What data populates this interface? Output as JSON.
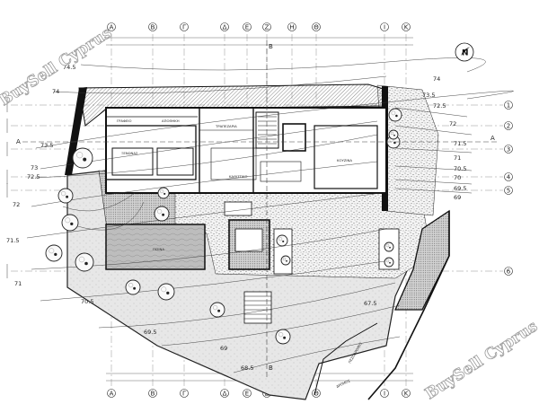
{
  "grid": {
    "columns": [
      "A",
      "B",
      "Γ",
      "Δ",
      "E",
      "Z",
      "H",
      "Θ",
      "I",
      "K"
    ],
    "rows": [
      "1",
      "2",
      "3",
      "4",
      "5",
      "6"
    ]
  },
  "sections": [
    "A",
    "A",
    "B",
    "B"
  ],
  "contours": [
    "74.5",
    "74",
    "73.5",
    "73",
    "72.5",
    "72",
    "71.5",
    "71",
    "70.5",
    "69.5",
    "69",
    "68.5",
    "67.5",
    "72.5",
    "72",
    "71.5",
    "71",
    "70.5",
    "70",
    "69.5",
    "69",
    "74",
    "73.5"
  ],
  "rooms": {
    "pool": "ΠΙΣΙΝΑ",
    "living": "ΚΑΘΙΣΤΙΚΟ",
    "kitchen": "ΚΟΥΖΙΝΑ",
    "dining": "ΤΡΑΠΕΖΑΡΙΑ",
    "guest": "ΞΕΝΩΝΑΣ",
    "room1": "ΑΠΟΘΗΚΗ",
    "room2": "ΓΡΑΦΕΙΟ",
    "road1": "ΠΕΖΟΔΡΟΜΙΟ",
    "road2": "ΔΡΟΜΟΣ"
  },
  "north": "N",
  "watermarks": [
    "BuySell Cyprus",
    "BuySell Cyprus"
  ]
}
